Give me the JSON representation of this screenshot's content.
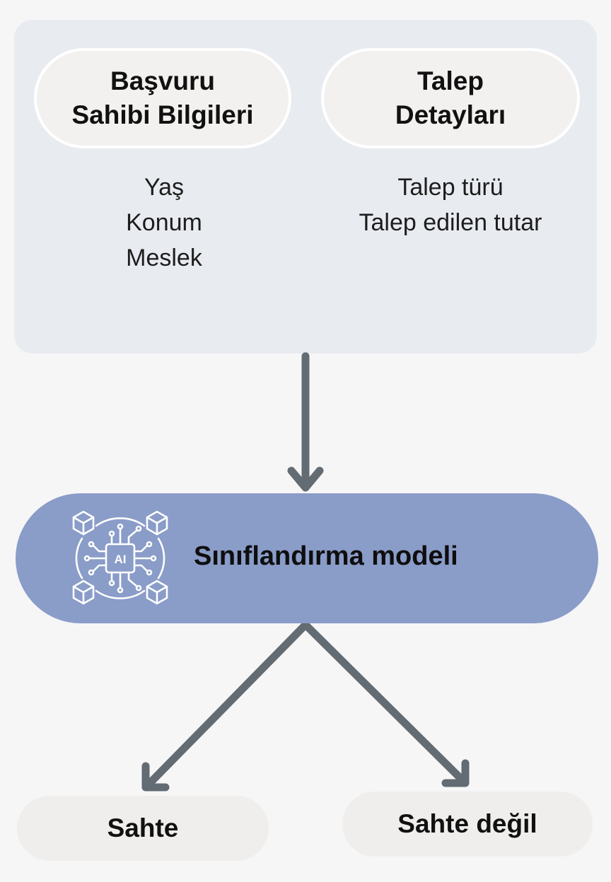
{
  "inputs": {
    "applicant": {
      "title_line1": "Başvuru",
      "title_line2": "Sahibi Bilgileri",
      "fields": [
        "Yaş",
        "Konum",
        "Meslek"
      ]
    },
    "claim": {
      "title_line1": "Talep",
      "title_line2": "Detayları",
      "fields": [
        "Talep türü",
        "Talep edilen tutar"
      ]
    }
  },
  "model": {
    "label": "Sınıflandırma modeli",
    "icon": "ai-chip-icon",
    "icon_text": "AI"
  },
  "outputs": {
    "fraud_label": "Sahte",
    "not_fraud_label": "Sahte değil"
  },
  "colors": {
    "panel_background": "#e8ebf0",
    "pill_fill": "#f3f1ef",
    "model_band": "#8a9cc8",
    "arrow": "#636b73",
    "outcome_fill": "#efeeec"
  }
}
